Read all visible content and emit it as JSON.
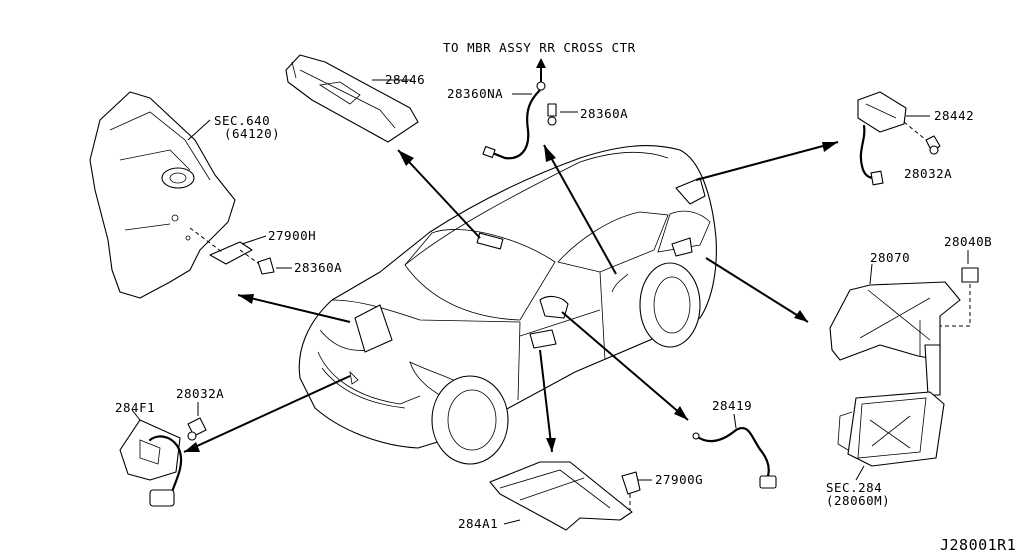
{
  "title_ref": "TO MBR ASSY RR CROSS CTR",
  "diagram_id": "J28001R1",
  "labels": {
    "p28446": "28446",
    "p28360na": "28360NA",
    "p28360a_top": "28360A",
    "p28442": "28442",
    "p28032a_right": "28032A",
    "sec640": "SEC.640",
    "p64120": "(64120)",
    "p27900h": "27900H",
    "p28360a_left": "28360A",
    "p28070": "28070",
    "p28040b": "28040B",
    "p284f1": "284F1",
    "p28032a_left": "28032A",
    "p28419": "28419",
    "p27900g": "27900G",
    "p284a1": "284A1",
    "sec284": "SEC.284",
    "p28060m": "(28060M)"
  }
}
